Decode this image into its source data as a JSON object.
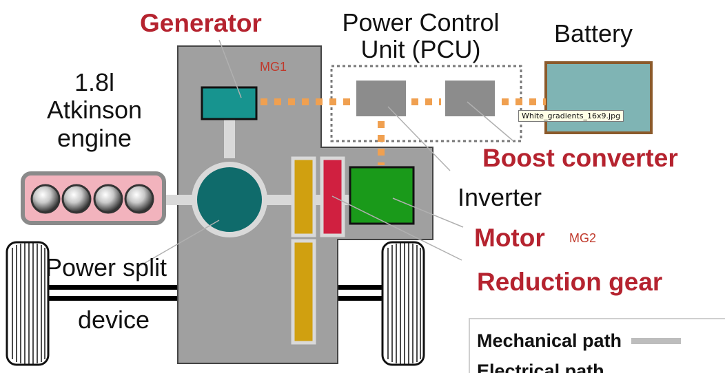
{
  "labels": {
    "generator": "Generator",
    "mg1": "MG1",
    "pcu": [
      "Power Control",
      "Unit (PCU)"
    ],
    "battery": "Battery",
    "engine": [
      "1.8l",
      "Atkinson",
      "engine"
    ],
    "boost": "Boost converter",
    "inverter": "Inverter",
    "motor": "Motor",
    "mg2": "MG2",
    "reduction": "Reduction gear",
    "power_split": "Power split",
    "device": "device"
  },
  "tooltip": "White_gradients_16x9.jpg",
  "legend": {
    "mechanical": "Mechanical path",
    "electrical": "Electrical path"
  },
  "colors": {
    "housing": "#a0a0a0",
    "generator": "#17948f",
    "power_split": "#0f6b6b",
    "motor": "#1a9a1a",
    "battery": "#7fb4b4",
    "electrical_path": "#f0a050",
    "reduction_gear": "#d0a010",
    "motor_gear": "#d02040",
    "label_red": "#b5232f"
  }
}
